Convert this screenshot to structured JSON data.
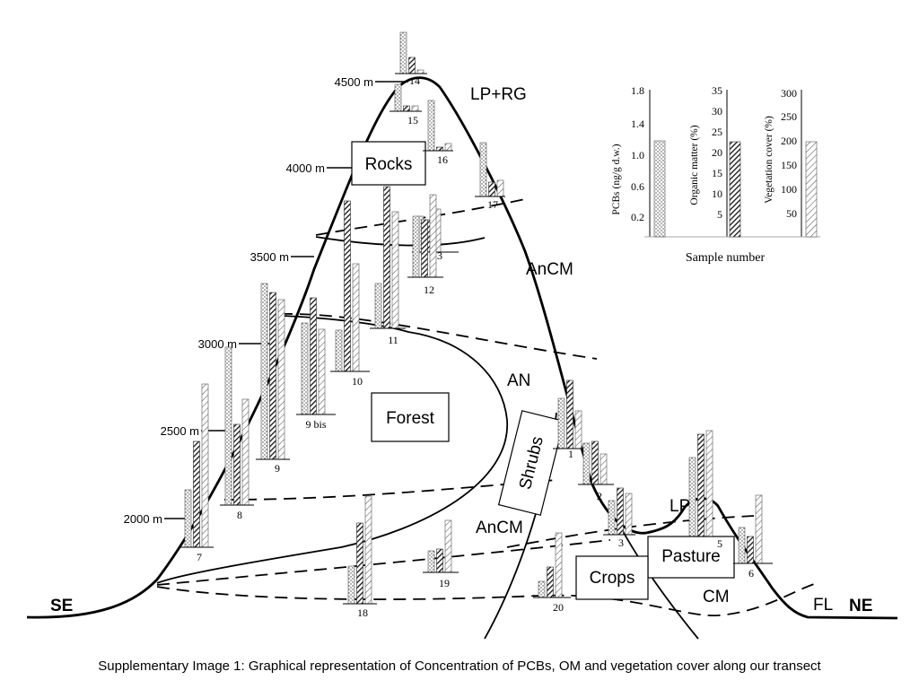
{
  "caption": "Supplementary Image 1: Graphical representation of Concentration of PCBs, OM and vegetation cover along our transect",
  "directions": {
    "left": "SE",
    "right": "NE"
  },
  "altitudes": [
    "4500 m",
    "4000 m",
    "3500 m",
    "3000 m",
    "2500 m",
    "2000 m"
  ],
  "zones": {
    "lp_rg": "LP+RG",
    "rocks": "Rocks",
    "ancm_upper": "AnCM",
    "an": "AN",
    "forest": "Forest",
    "shrubs": "Shrubs",
    "ancm_lower": "AnCM",
    "lp": "LP",
    "pasture": "Pasture",
    "crops": "Crops",
    "cm": "CM",
    "fl": "FL"
  },
  "legend": {
    "pcb_axis": "PCBs (ng/g d.w.)",
    "om_axis": "Organic matter (%)",
    "veg_axis": "Vegetation cover (%)",
    "xlabel": "Sample number",
    "pcb_ticks": [
      "1.8",
      "1.4",
      "1.0",
      "0.6",
      "0.2"
    ],
    "om_ticks": [
      "35",
      "30",
      "25",
      "20",
      "15",
      "10",
      "5"
    ],
    "veg_ticks": [
      "300",
      "250",
      "200",
      "150",
      "100",
      "50"
    ]
  },
  "samples": [
    {
      "label": "14"
    },
    {
      "label": "15"
    },
    {
      "label": "16"
    },
    {
      "label": "17"
    },
    {
      "label": "13"
    },
    {
      "label": "12"
    },
    {
      "label": "11"
    },
    {
      "label": "10"
    },
    {
      "label": "9 bis"
    },
    {
      "label": "9"
    },
    {
      "label": "8"
    },
    {
      "label": "7"
    },
    {
      "label": "1"
    },
    {
      "label": "2"
    },
    {
      "label": "3"
    },
    {
      "label": "5"
    },
    {
      "label": "6"
    },
    {
      "label": "19"
    },
    {
      "label": "18"
    },
    {
      "label": "20"
    }
  ]
}
